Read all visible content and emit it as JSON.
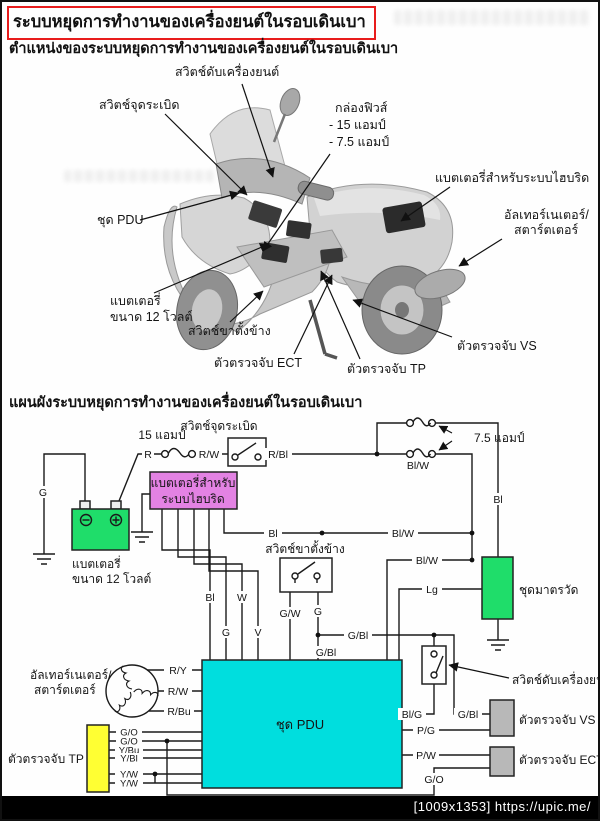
{
  "header": {
    "title": "ระบบหยุดการทำงานของเครื่องยนต์ในรอบเดินเบา",
    "subtitle": "ตำแหน่งของระบบหยุดการทำงานของเครื่องยนต์ในรอบเดินเบา"
  },
  "figure": {
    "engine_stop_switch": "สวิตช์ดับเครื่องยนต์",
    "ignition_switch": "สวิตช์จุดระเบิด",
    "fuse_box": "กล่องฟิวส์",
    "fuse_15a": "- 15 แอมป์",
    "fuse_75a": "- 7.5 แอมป์",
    "hybrid_battery": "แบตเตอรี่สำหรับระบบไฮบริด",
    "alternator_1": "อัลเทอร์เนเตอร์/",
    "alternator_2": "สตาร์ตเตอร์",
    "pdu": "ชุด PDU",
    "battery_1": "แบตเตอรี่",
    "battery_2": "ขนาด 12 โวลต์",
    "side_stand_switch": "สวิตช์ขาตั้งข้าง",
    "ect_sensor": "ตัวตรวจจับ ECT",
    "tp_sensor": "ตัวตรวจจับ TP",
    "vs_sensor": "ตัวตรวจจับ VS"
  },
  "schematic": {
    "title": "แผนผังระบบหยุดการทำงานของเครื่องยนต์ในรอบเดินเบา",
    "fuse_15": "15 แอมป์",
    "fuse_75": "7.5 แอมป์",
    "ignition_switch": "สวิตช์จุดระเบิด",
    "hybrid_battery_1": "แบตเตอรี่สำหรับ",
    "hybrid_battery_2": "ระบบไฮบริด",
    "battery_1": "แบตเตอรี่",
    "battery_2": "ขนาด 12 โวลต์",
    "side_stand_switch": "สวิตช์ขาตั้งข้าง",
    "meter": "ชุดมาตรวัด",
    "pdu": "ชุด PDU",
    "engine_stop_switch": "สวิตช์ดับเครื่องยนต์",
    "vs_sensor": "ตัวตรวจจับ VS",
    "ect_sensor": "ตัวตรวจจับ ECT",
    "tp_sensor": "ตัวตรวจจับ TP",
    "alternator_1": "อัลเทอร์เนเตอร์/",
    "alternator_2": "สตาร์ตเตอร์"
  },
  "wires": {
    "g": "G",
    "r": "R",
    "rw": "R/W",
    "rbl": "R/Bl",
    "bl": "Bl",
    "blw": "Bl/W",
    "gw": "G/W",
    "gbl": "G/Bl",
    "blg": "Bl/G",
    "lg": "Lg",
    "pg": "P/G",
    "pw": "P/W",
    "go": "G/O",
    "ybu": "Y/Bu",
    "ybl": "Y/Bl",
    "yw": "Y/W",
    "ry": "R/Y",
    "rbu": "R/Bu",
    "w": "W",
    "v": "V"
  },
  "footer": {
    "text": "[1009x1353] https://upic.me/"
  },
  "colors": {
    "accent_red": "#e81c1c",
    "battery_green": "#1fdd6a",
    "meter_green": "#1fdd6a",
    "hybrid_pink": "#e382e3",
    "pdu_cyan": "#00dede",
    "tp_yellow": "#ffff33",
    "sensor_gray": "#b8b8b8"
  }
}
